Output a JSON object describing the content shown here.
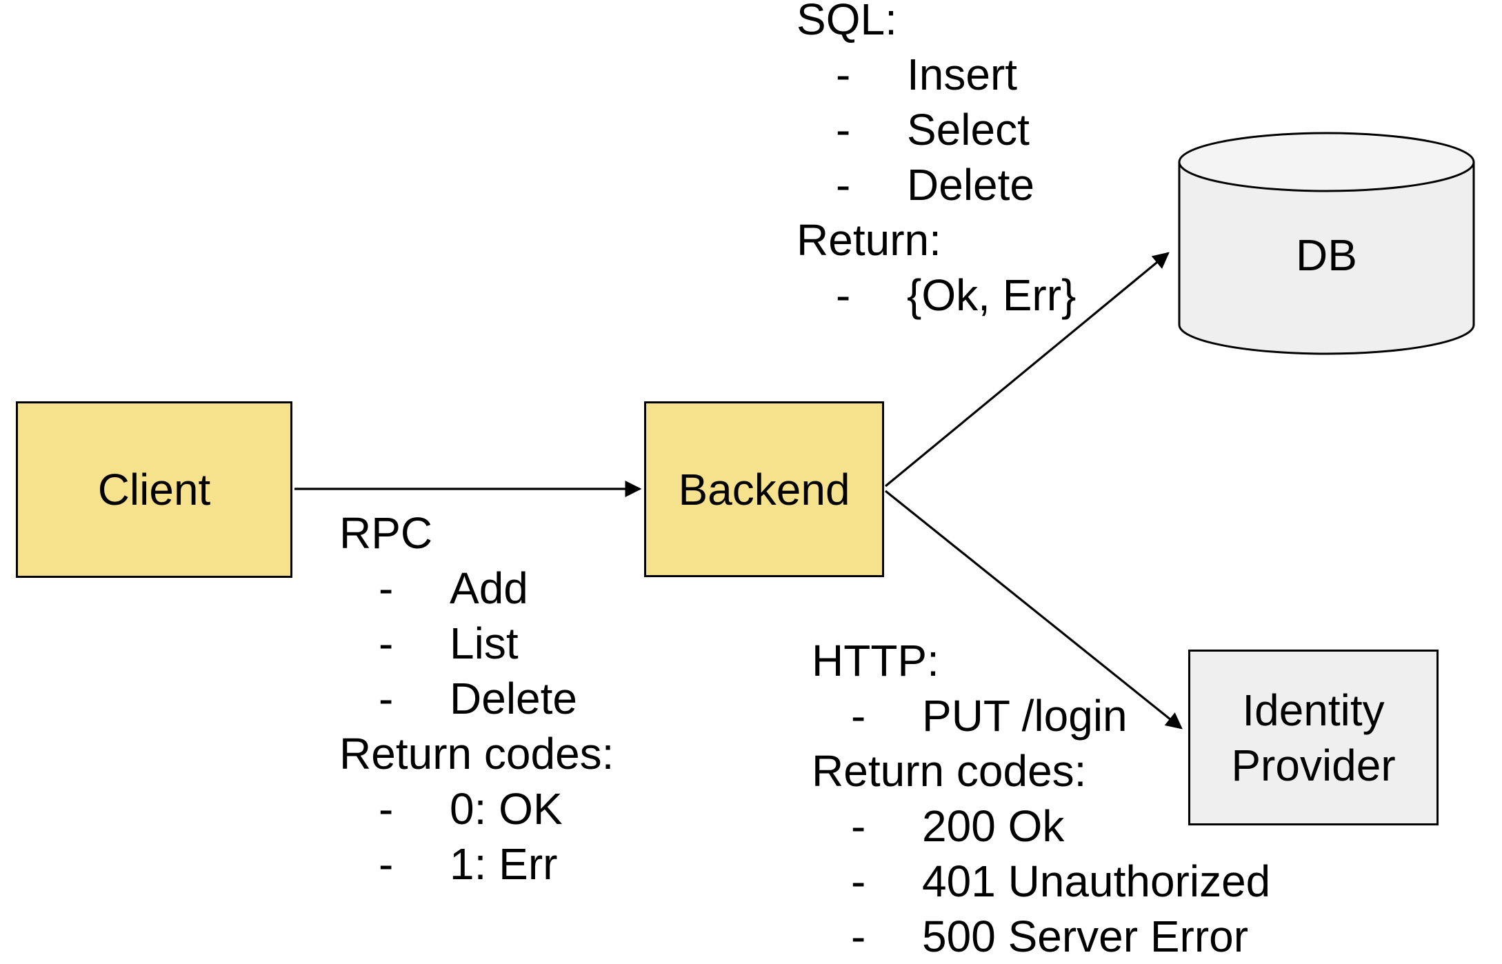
{
  "nodes": {
    "client": {
      "label": "Client"
    },
    "backend": {
      "label": "Backend"
    },
    "db": {
      "label": "DB"
    },
    "identity_provider": {
      "lines": [
        "Identity",
        "Provider"
      ]
    }
  },
  "annotations": {
    "bullet_char": "-",
    "rpc": {
      "title": "RPC",
      "items": [
        "Add",
        "List",
        "Delete"
      ],
      "return_title": "Return codes:",
      "return_items": [
        "0: OK",
        "1: Err"
      ]
    },
    "sql": {
      "title": "SQL:",
      "items": [
        "Insert",
        "Select",
        "Delete"
      ],
      "return_title": "Return:",
      "return_items": [
        "{Ok, Err}"
      ]
    },
    "http": {
      "title": "HTTP:",
      "items": [
        "PUT /login"
      ],
      "return_title": "Return codes:",
      "return_items": [
        "200 Ok",
        "401 Unauthorized",
        "500 Server Error"
      ]
    }
  },
  "colors": {
    "node_yellow": "#f6e18c",
    "node_gray": "#efefef",
    "node_gray_top": "#f4f4f4",
    "stroke": "#000000",
    "canvas_bg": "#ffffff"
  }
}
